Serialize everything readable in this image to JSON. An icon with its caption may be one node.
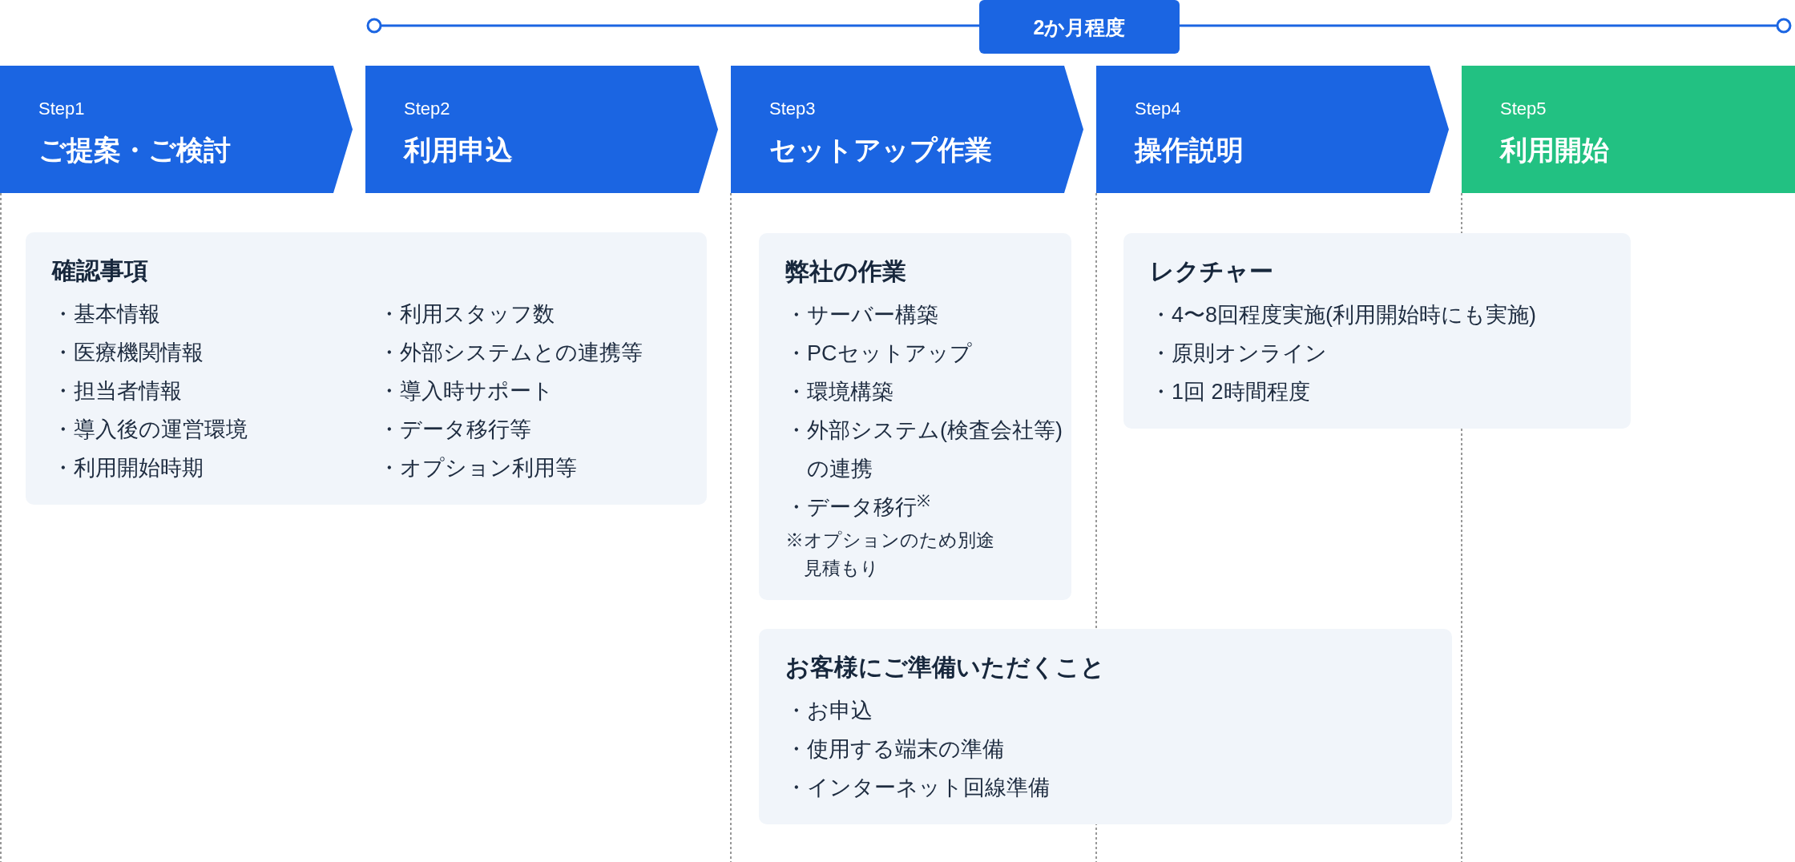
{
  "diagram": {
    "nodes": [
      {
        "text": [
          "2か月程度"
        ]
      },
      {
        "text": [
          "Step1",
          "ご提案・ご検討"
        ]
      },
      {
        "text": [
          "Step2",
          "利用申込"
        ]
      },
      {
        "text": [
          "Step3",
          "セットアップ作業"
        ]
      },
      {
        "text": [
          "Step4",
          "操作説明"
        ]
      },
      {
        "text": [
          "Step5",
          "利用開始"
        ]
      },
      {
        "text": [
          "確認事項",
          "・基本情報",
          "・医療機関情報",
          "・担当者情報",
          "・導入後の運営環境",
          "・利用開始時期",
          "・利用スタッフ数",
          "・外部システムとの連携等",
          "・導入時サポート",
          "・データ移行等",
          "・オプション利用等"
        ]
      },
      {
        "text": [
          "弊社の作業",
          "・サーバー構築",
          "・PCセットアップ",
          "・環境構築",
          "・外部システム(検査会社等)の連携",
          "・データ移行$^{※}$",
          "※オプションのため別途見積もり"
        ]
      },
      {
        "text": [
          "レクチャー",
          "・4〜8回程度実施(利用開始時にも実施)",
          "・原則オンライン",
          "・1回 2時間程度"
        ]
      },
      {
        "text": [
          "お客様にご準備いただくこと",
          "・お申込",
          "・使用する端末の準備",
          "・インターネット回線準備"
        ]
      }
    ]
  }
}
